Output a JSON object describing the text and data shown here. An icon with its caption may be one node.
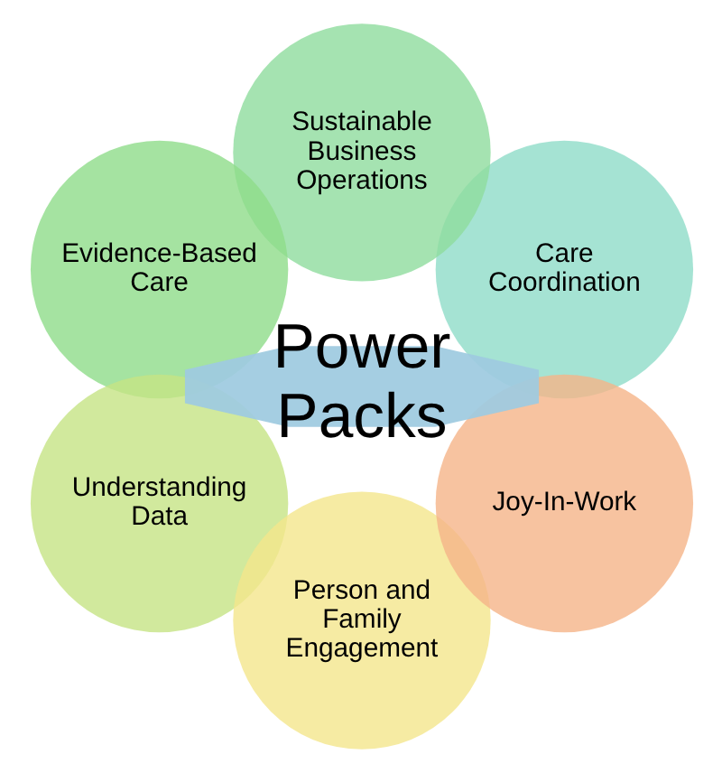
{
  "diagram": {
    "nodes": [
      {
        "text": [
          "Power Packs"
        ]
      },
      {
        "text": [
          "Care Coordination"
        ]
      },
      {
        "text": [
          "Sustainable Business Operations"
        ]
      },
      {
        "text": [
          "Evidence-Based Care"
        ]
      },
      {
        "text": [
          "Understanding Data"
        ]
      },
      {
        "text": [
          "Person and Family Engagement"
        ]
      },
      {
        "text": [
          "Joy-In-Work"
        ]
      }
    ]
  }
}
